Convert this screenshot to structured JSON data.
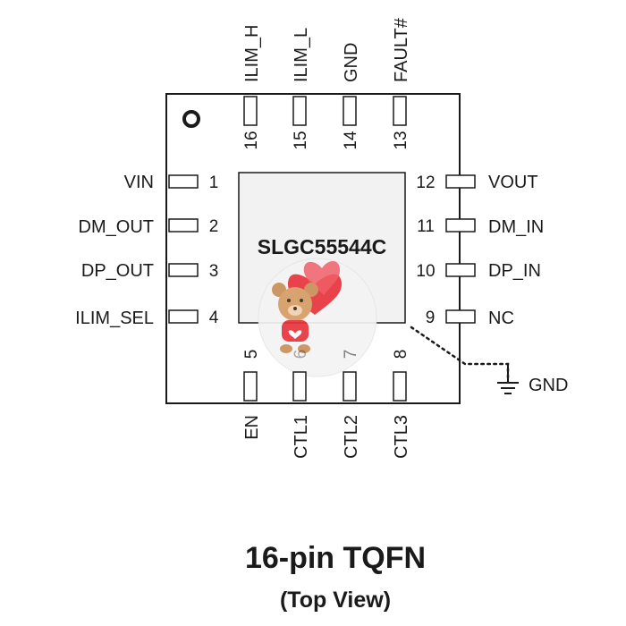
{
  "chip": {
    "part_number": "SLGC55544C"
  },
  "pins": {
    "left": [
      {
        "num": "1",
        "name": "VIN"
      },
      {
        "num": "2",
        "name": "DM_OUT"
      },
      {
        "num": "3",
        "name": "DP_OUT"
      },
      {
        "num": "4",
        "name": "ILIM_SEL"
      }
    ],
    "bottom": [
      {
        "num": "5",
        "name": "EN"
      },
      {
        "num": "6",
        "name": "CTL1"
      },
      {
        "num": "7",
        "name": "CTL2"
      },
      {
        "num": "8",
        "name": "CTL3"
      }
    ],
    "right": [
      {
        "num": "9",
        "name": "NC"
      },
      {
        "num": "10",
        "name": "DP_IN"
      },
      {
        "num": "11",
        "name": "DM_IN"
      },
      {
        "num": "12",
        "name": "VOUT"
      }
    ],
    "top": [
      {
        "num": "13",
        "name": "FAULT#"
      },
      {
        "num": "14",
        "name": "GND"
      },
      {
        "num": "15",
        "name": "ILIM_L"
      },
      {
        "num": "16",
        "name": "ILIM_H"
      }
    ]
  },
  "ground_label": "GND",
  "caption": {
    "title": "16-pin TQFN",
    "subtitle": "(Top View)"
  },
  "colors": {
    "line": "#1a1a1a",
    "pad_fill": "#f2f2f2",
    "heart": "#e8343c",
    "bear": "#c98f5a"
  }
}
